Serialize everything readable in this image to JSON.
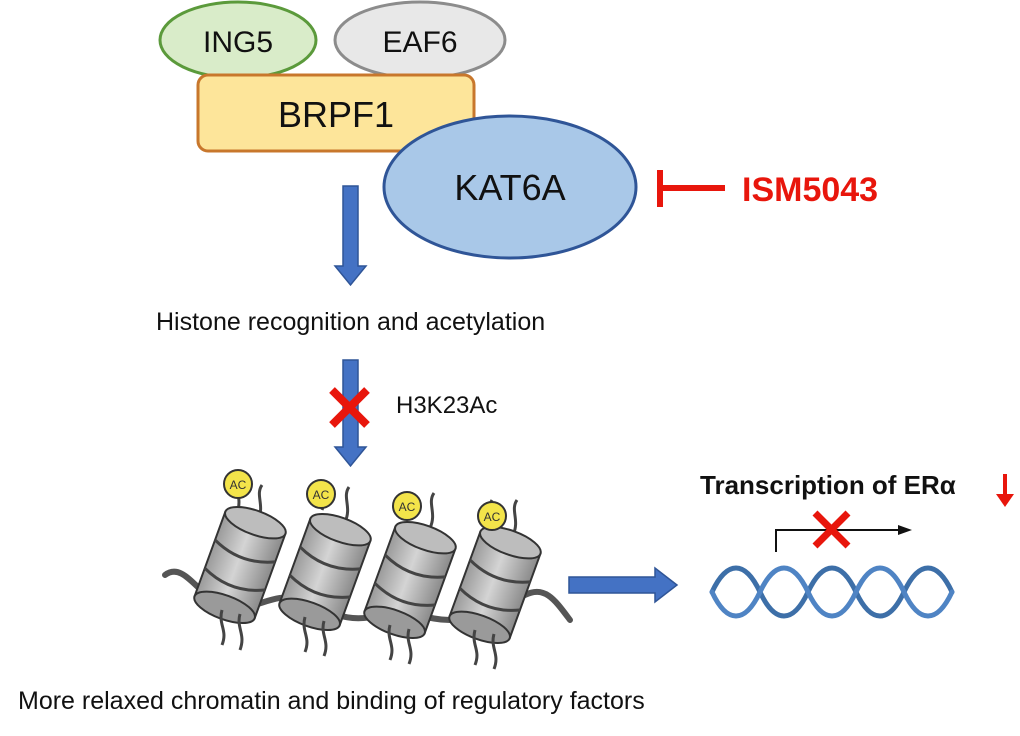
{
  "complex": {
    "ing5": "ING5",
    "eaf6": "EAF6",
    "brpf1": "BRPF1",
    "kat6a": "KAT6A"
  },
  "inhibitor": {
    "label": "ISM5043",
    "color": "#e8160c"
  },
  "steps": {
    "histone_recognition": "Histone recognition and acetylation",
    "blocked_mark": "H3K23Ac",
    "chromatin_outcome": "More relaxed chromatin and binding of regulatory factors"
  },
  "transcription": {
    "label": "Transcription of ERα"
  },
  "nucleosome_tag": "AC",
  "colors": {
    "ing5_fill": "#d9ecc9",
    "ing5_stroke": "#5b9a3b",
    "eaf6_fill": "#e8e8e8",
    "eaf6_stroke": "#8c8c8c",
    "brpf1_fill": "#fde59a",
    "brpf1_stroke": "#c8772c",
    "kat6a_fill": "#a9c8e8",
    "kat6a_stroke": "#2f5597",
    "arrow": "#4472c4",
    "cross": "#e8160c",
    "dna": "#3d6fa8"
  }
}
